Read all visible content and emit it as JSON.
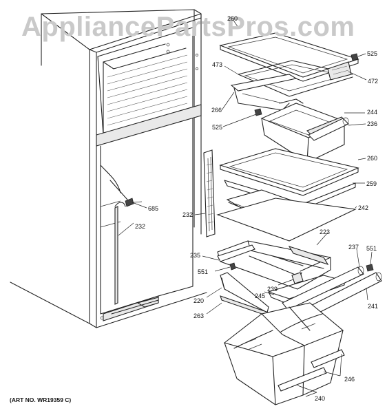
{
  "watermark": "AppliancePartsPros.com",
  "art_number": "(ART NO. WR19359 C)",
  "part_labels": {
    "p260a": "260",
    "p525a": "525",
    "p473": "473",
    "p472": "472",
    "p266": "266",
    "p244": "244",
    "p525b": "525",
    "p236": "236",
    "p260b": "260",
    "p259": "259",
    "p685": "685",
    "p242": "242",
    "p232a": "232",
    "p232b": "232",
    "p223": "223",
    "p235": "235",
    "p237": "237",
    "p551a": "551",
    "p551b": "551",
    "p239": "239",
    "p245": "245",
    "p241": "241",
    "p220": "220",
    "p263": "263",
    "p246": "246",
    "p240": "240"
  }
}
